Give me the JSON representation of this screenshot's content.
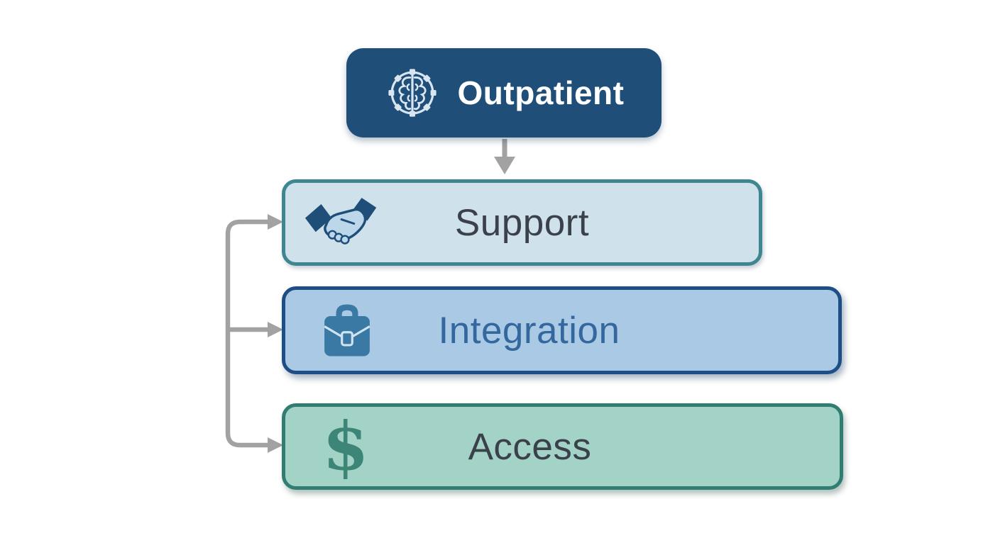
{
  "nodes": {
    "outpatient": {
      "label": "Outpatient",
      "icon": "brain-gear-icon",
      "bg": "#1f4e79",
      "text": "#ffffff",
      "icon_color": "#d9e6f2"
    },
    "support": {
      "label": "Support",
      "icon": "handshake-icon",
      "bg": "#cfe1ea",
      "border": "#3e8791",
      "text": "#3a414b",
      "icon_color": "#1f4e79"
    },
    "integration": {
      "label": "Integration",
      "icon": "briefcase-icon",
      "bg": "#a9c9e4",
      "border": "#1d4f86",
      "text": "#34679e",
      "icon_color": "#3a79a4"
    },
    "access": {
      "label": "Access",
      "icon": "dollar-icon",
      "glyph": "$",
      "bg": "#a3d3c6",
      "border": "#327d72",
      "text": "#3a414b",
      "icon_color": "#3d8677"
    }
  },
  "connector": {
    "color": "#a2a2a2",
    "edges": [
      {
        "from": "Outpatient",
        "to": "Support"
      },
      {
        "from": "left-branch",
        "to": "Support"
      },
      {
        "from": "left-branch",
        "to": "Integration"
      },
      {
        "from": "left-branch",
        "to": "Access"
      }
    ]
  }
}
